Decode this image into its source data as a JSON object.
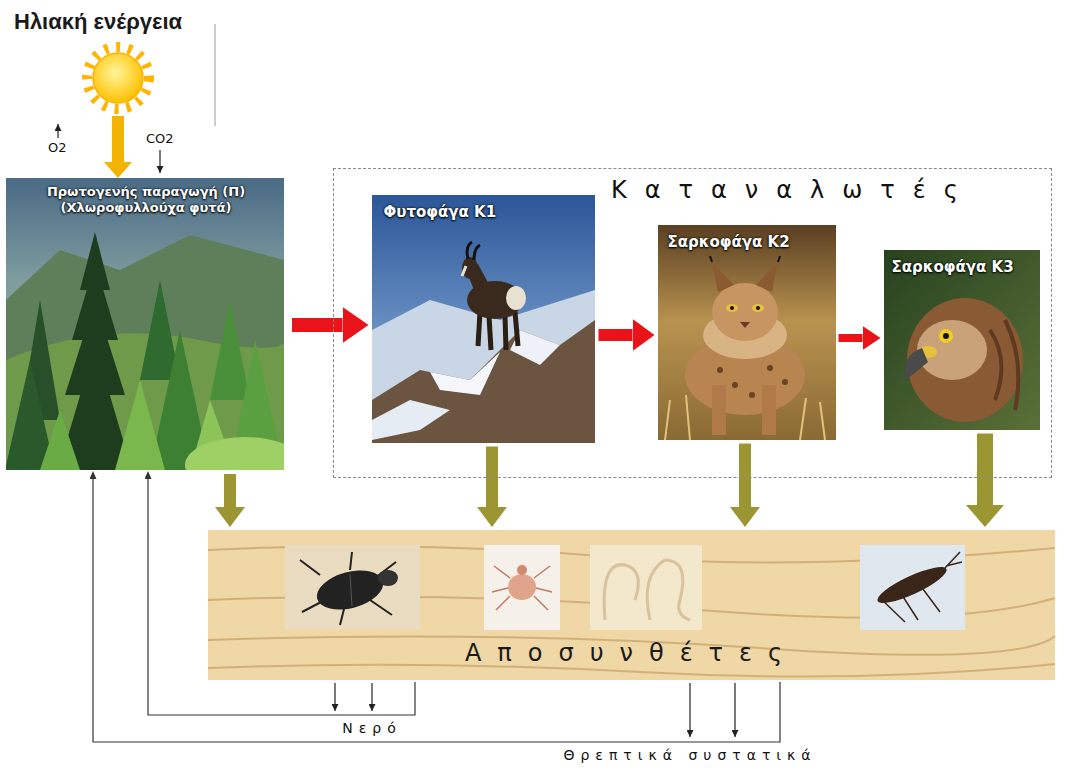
{
  "diagram": {
    "nodes": [
      {
        "text": [
          "Ηλιακή ενέργεια"
        ]
      },
      {
        "text": [
          "Πρωτογενής παραγωγή (Π) (Χλωροφυλλούχα φυτά)"
        ]
      },
      {
        "text": [
          "Καταναλωτές"
        ]
      },
      {
        "text": [
          "Φυτοφάγα Κ1"
        ],
        "in": 2
      },
      {
        "text": [
          "Σαρκοφάγα Κ2"
        ],
        "in": 2
      },
      {
        "text": [
          "Σαρκοφάγα Κ3"
        ],
        "in": 2
      },
      {
        "text": [
          "Αποσυνθέτες"
        ]
      }
    ],
    "edges": [
      {
        "from": 0,
        "to": 1,
        "arrow": "to"
      },
      {
        "from": 1,
        "to": 3,
        "arrow": "to"
      },
      {
        "from": 3,
        "to": 4,
        "arrow": "to"
      },
      {
        "from": 4,
        "to": 5,
        "arrow": "to"
      },
      {
        "from": 1,
        "to": 6,
        "arrow": "to"
      },
      {
        "from": 3,
        "to": 6,
        "arrow": "to"
      },
      {
        "from": 4,
        "to": 6,
        "arrow": "to"
      },
      {
        "from": 5,
        "to": 6,
        "arrow": "to"
      },
      {
        "from": 6,
        "to": 1,
        "label": "Νερό",
        "arrow": "to"
      },
      {
        "from": 6,
        "to": 1,
        "label": "Θρεπτικά συστατικά",
        "arrow": "to"
      }
    ],
    "labels": [
      "O2",
      "CO2"
    ]
  }
}
